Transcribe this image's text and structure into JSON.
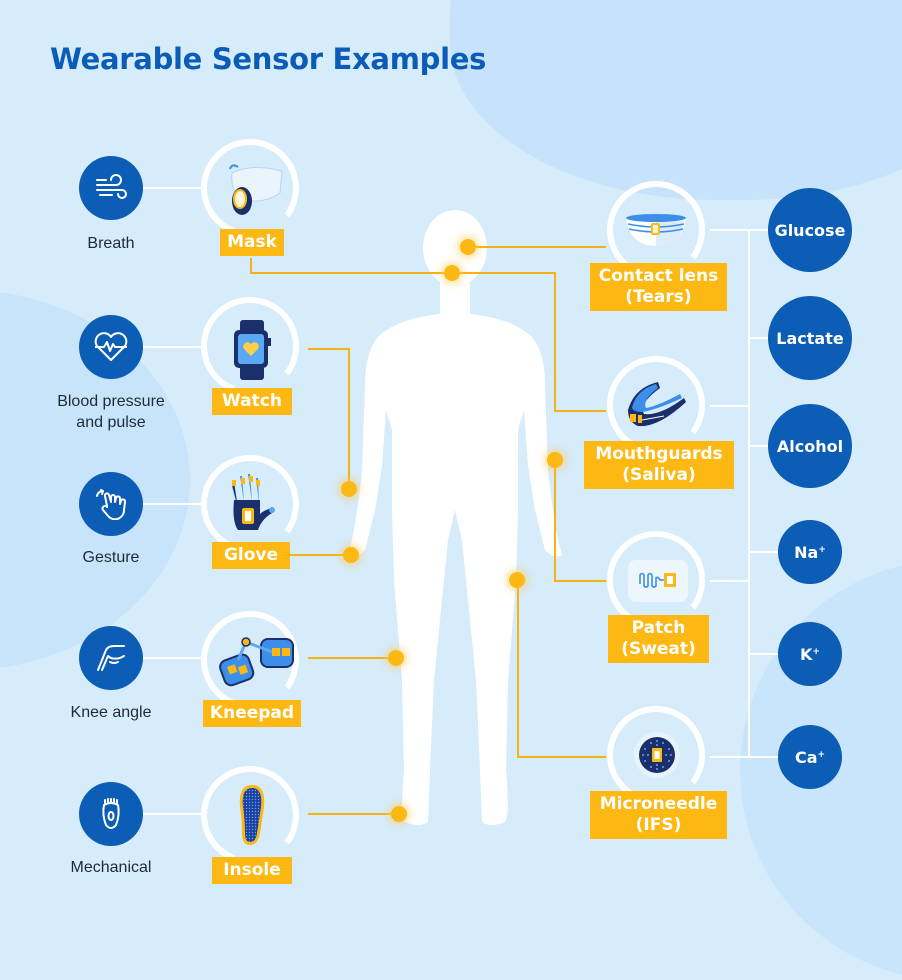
{
  "title": "Wearable Sensor Examples",
  "colors": {
    "background": "#d6ecfb",
    "primary_blue": "#0c5db5",
    "title_blue": "#0a5cb8",
    "accent_yellow": "#fdb813",
    "connector_white": "#ffffff"
  },
  "left_sensors": [
    {
      "category": "Breath",
      "category_icon": "wind-icon",
      "device": "Mask",
      "device_icon": "mask-icon"
    },
    {
      "category": "Blood pressure and pulse",
      "category_line1": "Blood pressure",
      "category_line2": "and pulse",
      "category_icon": "heart-pulse-icon",
      "device": "Watch",
      "device_icon": "smartwatch-icon"
    },
    {
      "category": "Gesture",
      "category_icon": "hand-gesture-icon",
      "device": "Glove",
      "device_icon": "glove-icon"
    },
    {
      "category": "Knee angle",
      "category_icon": "knee-icon",
      "device": "Kneepad",
      "device_icon": "kneepad-icon"
    },
    {
      "category": "Mechanical",
      "category_icon": "foot-icon",
      "device": "Insole",
      "device_icon": "insole-icon"
    }
  ],
  "right_sensors": [
    {
      "device_line1": "Contact lens",
      "device_line2": "(Tears)",
      "device_icon": "contact-lens-icon"
    },
    {
      "device_line1": "Mouthguards",
      "device_line2": "(Saliva)",
      "device_icon": "mouthguard-icon"
    },
    {
      "device_line1": "Patch",
      "device_line2": "(Sweat)",
      "device_icon": "patch-icon"
    },
    {
      "device_line1": "Microneedle",
      "device_line2": "(IFS)",
      "device_icon": "microneedle-icon"
    }
  ],
  "analytes": [
    {
      "label": "Glucose"
    },
    {
      "label": "Lactate"
    },
    {
      "label": "Alcohol"
    },
    {
      "label": "Na",
      "sup": "+"
    },
    {
      "label": "K",
      "sup": "+"
    },
    {
      "label": "Ca",
      "sup": "+"
    }
  ],
  "body_figure": {
    "icon": "human-silhouette-icon",
    "sensor_points": 9
  }
}
